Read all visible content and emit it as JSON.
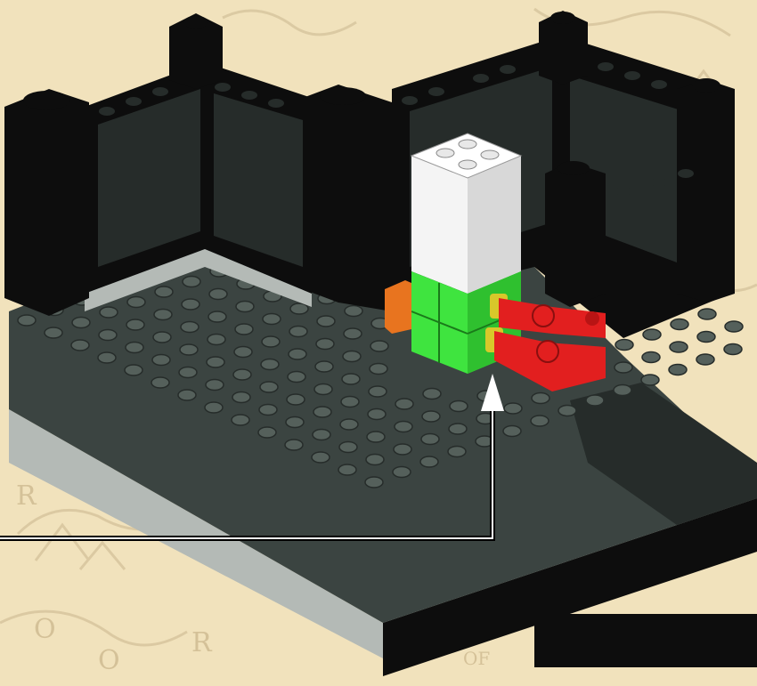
{
  "illustration": {
    "subject": "brick-build-instruction-step",
    "colors": {
      "parchment": "#f1e2bc",
      "parchment_ink": "#d6c49c",
      "baseplate": "#3b4441",
      "baseplate_dark": "#262c2a",
      "stud": "#55605b",
      "gray_side": "#b4bab6",
      "black_brick": "#0d0d0d",
      "white_brick": "#f4f4f4",
      "green_brick": "#3fe43f",
      "orange_brick": "#e8741f",
      "red_part": "#e21f1f",
      "arrow_outline": "#000000",
      "arrow_fill": "#ffffff"
    },
    "map_letters": [
      "R",
      "O",
      "R",
      "O",
      "OF"
    ]
  }
}
